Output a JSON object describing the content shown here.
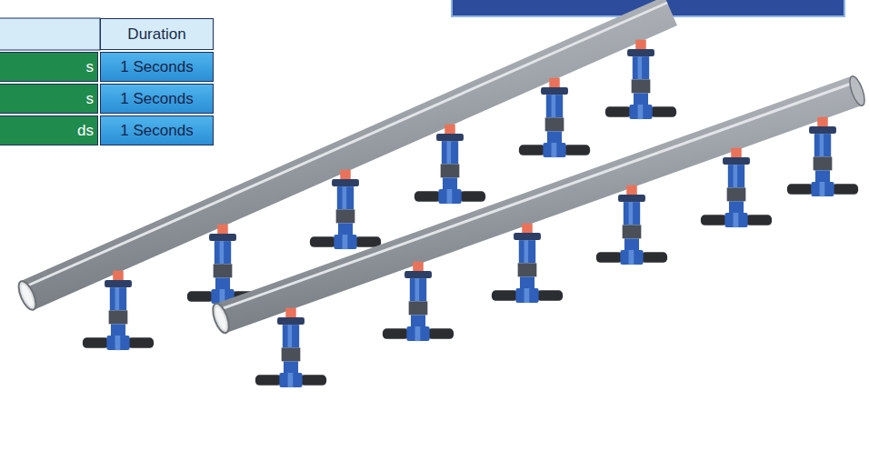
{
  "diagram": {
    "labels": [
      "Duration",
      "s",
      "1 Seconds",
      "s",
      "1 Seconds",
      "ds",
      "1 Seconds"
    ]
  }
}
